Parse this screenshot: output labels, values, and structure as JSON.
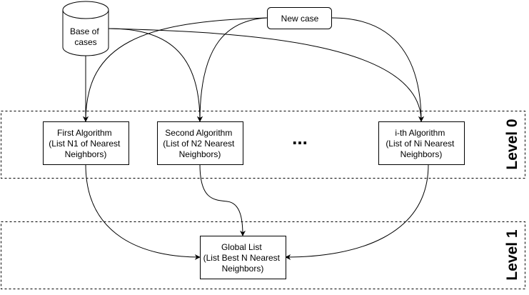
{
  "diagram": {
    "nodes": {
      "base": {
        "lines": [
          "Base of",
          "cases"
        ],
        "shape": "cylinder"
      },
      "new_case": {
        "lines": [
          "New case"
        ],
        "shape": "rounded-rectangle"
      },
      "first": {
        "lines": [
          "First Algorithm",
          "(List N1 of Nearest",
          "Neighbors)"
        ]
      },
      "second": {
        "lines": [
          "Second Algorithm",
          "(List of N2 Nearest",
          "Neighbors)"
        ]
      },
      "ith": {
        "lines": [
          "i-th Algorithm",
          "(List of Ni Nearest",
          "Neighbors)"
        ]
      },
      "global": {
        "lines": [
          "Global List",
          "(List Best N Nearest",
          "Neighbors)"
        ]
      }
    },
    "ellipsis": "...",
    "levels": [
      {
        "label": "Level 0"
      },
      {
        "label": "Level 1"
      }
    ],
    "edges": [
      {
        "from": "base",
        "to": "first"
      },
      {
        "from": "base",
        "to": "second"
      },
      {
        "from": "base",
        "to": "ith"
      },
      {
        "from": "new_case",
        "to": "first"
      },
      {
        "from": "new_case",
        "to": "second"
      },
      {
        "from": "new_case",
        "to": "ith"
      },
      {
        "from": "first",
        "to": "global"
      },
      {
        "from": "second",
        "to": "global"
      },
      {
        "from": "ith",
        "to": "global"
      }
    ],
    "colors": {
      "stroke": "#000000",
      "fill": "#ffffff"
    }
  }
}
